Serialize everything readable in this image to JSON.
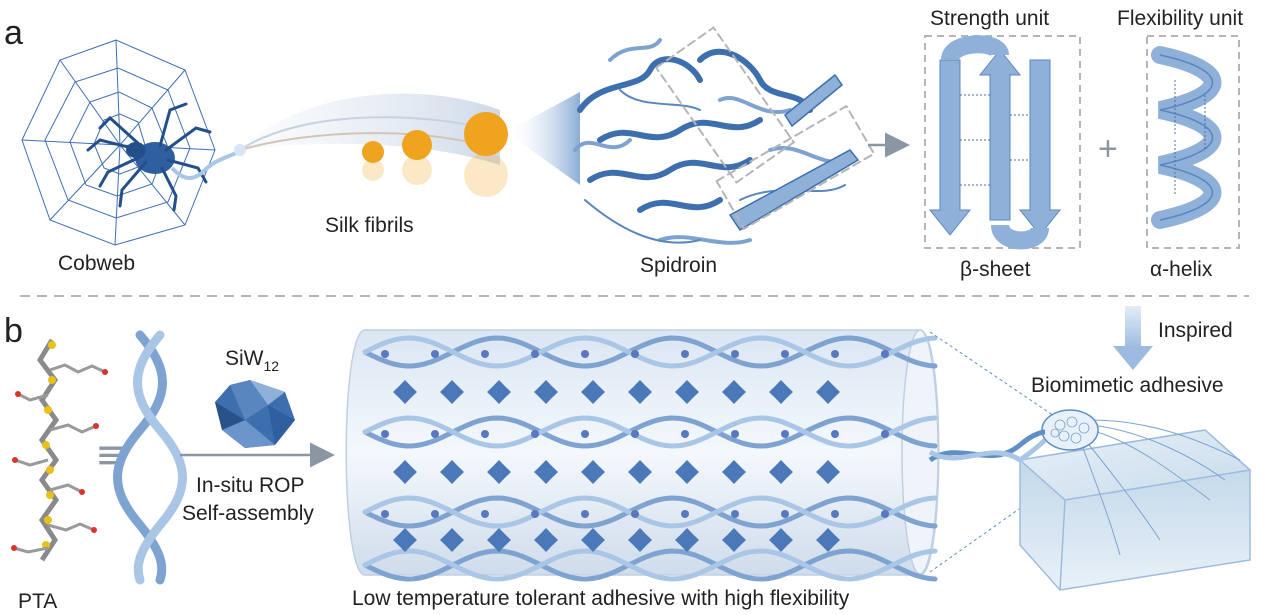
{
  "panel_a": {
    "letter": "a",
    "cobweb": "Cobweb",
    "silk_fibrils": "Silk fibrils",
    "spidroin": "Spidroin",
    "strength_unit": "Strength unit",
    "flexibility_unit": "Flexibility unit",
    "beta_sheet": "β-sheet",
    "alpha_helix": "α-helix",
    "plus": "+"
  },
  "panel_b": {
    "letter": "b",
    "pta": "PTA",
    "equiv": "≡",
    "siw_base": "SiW",
    "siw_sub": "12",
    "step1": "In-situ ROP",
    "step2": "Self-assembly",
    "inspired": "Inspired",
    "biomimetic": "Biomimetic adhesive",
    "caption": "Low temperature tolerant adhesive with high flexibility"
  },
  "colors": {
    "blue_dark": "#2f5f9e",
    "blue_mid": "#5f8fc4",
    "blue_light": "#a9c6e6",
    "orange": "#f0a31e",
    "grey_dash": "#b5b5b5"
  }
}
